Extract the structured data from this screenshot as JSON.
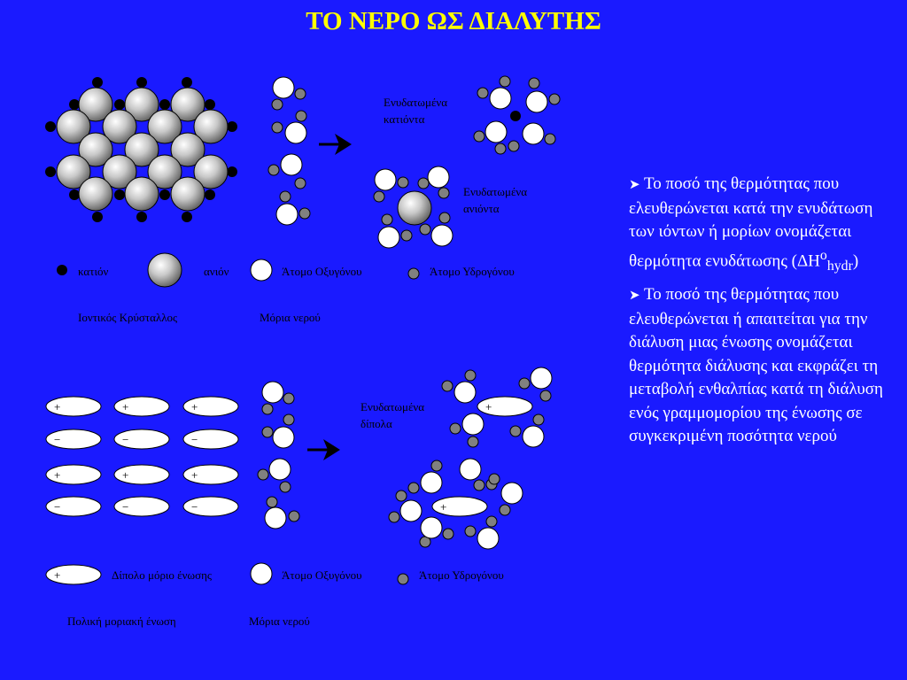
{
  "title": "ΤΟ ΝΕΡΟ ΩΣ ΔΙΑΛΥΤΗΣ",
  "top_panel": {
    "label_hydrated_cations": [
      "Ενυδατωμένα",
      "κατιόντα"
    ],
    "label_hydrated_anions": [
      "Ενυδατωμένα",
      "ανιόντα"
    ],
    "legend_cation": "κατιόν",
    "legend_anion": "ανιόν",
    "legend_oxygen": "Άτομο Οξυγόνου",
    "legend_hydrogen": "Άτομο Υδρογόνου",
    "caption_crystal": "Ιοντικός Κρύσταλλος",
    "caption_water": "Μόρια νερού"
  },
  "bottom_panel": {
    "plus": "+",
    "minus": "−",
    "label_hydrated_dipoles": [
      "Ενυδατωμένα",
      "δίπολα"
    ],
    "legend_dipole": "Δίπολο μόριο ένωσης",
    "legend_oxygen": "Άτομο Οξυγόνου",
    "legend_hydrogen": "Άτομο Υδρογόνου",
    "caption_polar": "Πολική μοριακή ένωση",
    "caption_water": "Μόρια νερού"
  },
  "text_block": {
    "p1_main": "Το ποσό της θερμότητας που ελευθερώνεται κατά την ενυδάτωση των ιόντων ή μορίων ονομάζεται θερμότητα ενυδάτωσης (ΔΗ",
    "p1_sup": "ο",
    "p1_sub": "hydr",
    "p1_end": ")",
    "p2": "Το ποσό της θερμότητας που ελευθερώνεται ή απαιτείται για την διάλυση μιας ένωσης ονομάζεται θερμότητα διάλυσης και εκφράζει τη μεταβολή ενθαλπίας κατά τη διάλυση ενός γραμμομορίου της ένωσης σε συγκεκριμένη ποσότητα νερού"
  },
  "colors": {
    "background": "#1a1aff",
    "title": "#ffff00",
    "label": "#000000",
    "hydrogen": "#808080",
    "cation": "#000000",
    "oxygen": "#ffffff"
  }
}
